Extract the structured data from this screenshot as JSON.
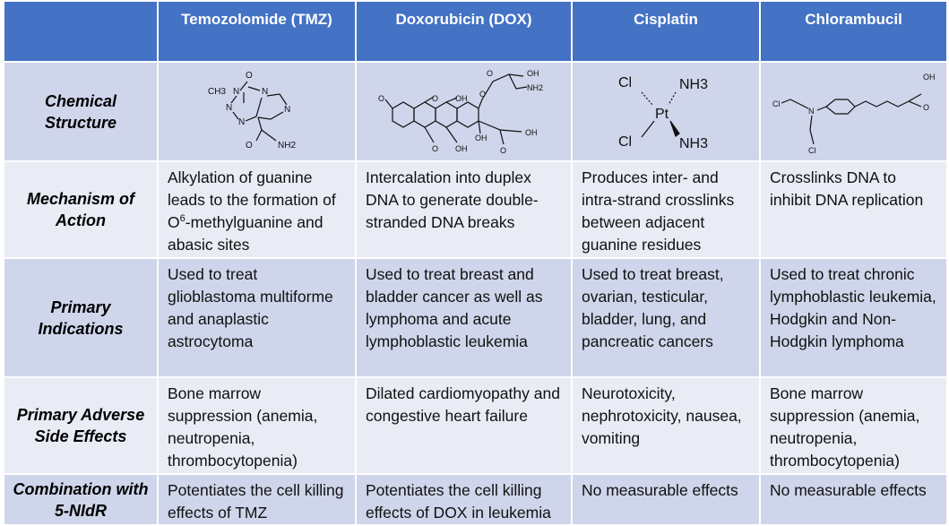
{
  "header": {
    "blank": "",
    "tmz": "Temozolomide (TMZ)",
    "dox": "Doxorubicin  (DOX)",
    "cis": "Cisplatin",
    "chl": "Chlorambucil"
  },
  "rows": {
    "structure": {
      "label": "Chemical Structure",
      "tmz": {
        "methyl": "CH3",
        "n1": "N",
        "n2": "N",
        "n3": "N",
        "n4": "N",
        "n5": "N",
        "o": "O",
        "amide_o": "O",
        "nh2": "NH2"
      },
      "dox": {
        "o_methoxy": "O",
        "o_ring": "O",
        "o_quinone_top": "O",
        "o_quinone_bot": "O",
        "oh1": "OH",
        "oh2": "OH",
        "oh3": "OH",
        "oh4": "OH",
        "oh5": "OH",
        "nh2": "NH2",
        "o_ketone": "O",
        "o_link": "O"
      },
      "cis": {
        "cl1": "Cl",
        "cl2": "Cl",
        "pt": "Pt",
        "nh3a": "NH3",
        "nh3b": "NH3"
      },
      "chl": {
        "n": "N",
        "cl1": "Cl",
        "cl2": "Cl",
        "oh": "OH",
        "o": "O"
      }
    },
    "mechanism": {
      "label": "Mechanism of Action",
      "tmz_pre": "Alkylation of guanine leads to the formation of O",
      "tmz_sup": "6",
      "tmz_post": "-methylguanine and abasic sites",
      "dox": "Intercalation into duplex DNA to generate double-stranded DNA breaks",
      "cis": "Produces inter- and intra-strand crosslinks between adjacent guanine residues",
      "chl": "Crosslinks DNA to inhibit DNA replication"
    },
    "indications": {
      "label": "Primary Indications",
      "tmz": "Used to treat glioblastoma multiforme and anaplastic astrocytoma",
      "dox": "Used to treat breast and bladder cancer as well as lymphoma and acute lymphoblastic leukemia",
      "cis": "Used to treat breast, ovarian, testicular, bladder, lung, and pancreatic cancers",
      "chl": "Used to treat chronic lymphoblastic leukemia, Hodgkin and Non-Hodgkin lymphoma"
    },
    "adverse": {
      "label": "Primary Adverse Side Effects",
      "tmz": "Bone marrow suppression (anemia, neutropenia, thrombocytopenia)",
      "dox": "Dilated cardiomyopathy and congestive heart failure",
      "cis": "Neurotoxicity, nephrotoxicity, nausea, vomiting",
      "chl": "Bone marrow suppression (anemia, neutropenia, thrombocytopenia)"
    },
    "combination": {
      "label": "Combination with 5-NIdR",
      "tmz": "Potentiates the cell killing effects of TMZ",
      "dox": "Potentiates the cell killing effects of DOX in leukemia",
      "cis": "No measurable effects",
      "chl": "No measurable effects"
    }
  },
  "colors": {
    "header": "#4472c4",
    "row_dark": "#cfd5ea",
    "row_light": "#e9ebf5"
  }
}
